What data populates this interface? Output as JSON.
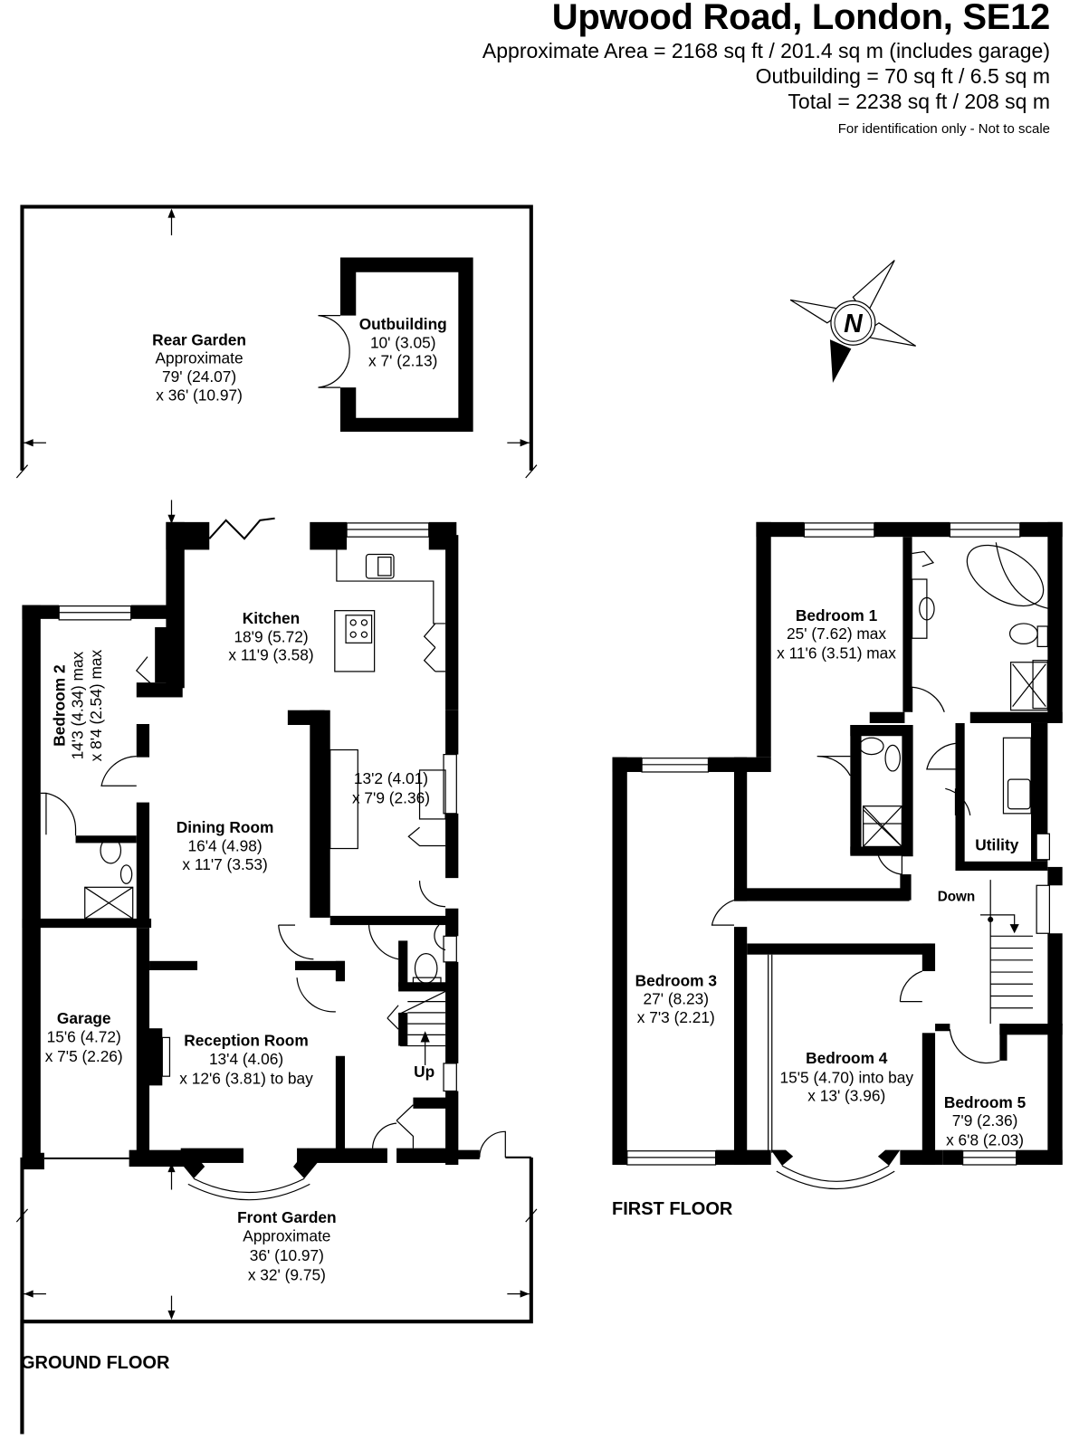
{
  "header": {
    "title": "Upwood Road, London, SE12",
    "area_lines": [
      "Approximate Area = 2168 sq ft / 201.4 sq m (includes garage)",
      "Outbuilding = 70 sq ft / 6.5 sq m",
      "Total = 2238 sq ft / 208 sq m"
    ],
    "disclaimer": "For identification only - Not to scale"
  },
  "compass": {
    "icon": "north-compass-icon",
    "letter": "N"
  },
  "ground_floor": {
    "label": "GROUND FLOOR",
    "rooms": {
      "rear_garden": {
        "name": "Rear Garden",
        "lines": [
          "Approximate",
          "79' (24.07)",
          "x 36' (10.97)"
        ]
      },
      "outbuilding": {
        "name": "Outbuilding",
        "lines": [
          "10' (3.05)",
          "x 7' (2.13)"
        ]
      },
      "kitchen": {
        "name": "Kitchen",
        "lines": [
          "18'9 (5.72)",
          "x 11'9 (3.58)"
        ]
      },
      "kitchen_annex": {
        "name": "",
        "lines": [
          "13'2 (4.01)",
          "x 7'9 (2.36)"
        ]
      },
      "bedroom_2": {
        "name": "Bedroom 2",
        "lines": [
          "14'3 (4.34) max",
          "x 8'4 (2.54) max"
        ]
      },
      "dining_room": {
        "name": "Dining Room",
        "lines": [
          "16'4 (4.98)",
          "x 11'7 (3.53)"
        ]
      },
      "garage": {
        "name": "Garage",
        "lines": [
          "15'6 (4.72)",
          "x 7'5 (2.26)"
        ]
      },
      "reception_room": {
        "name": "Reception Room",
        "lines": [
          "13'4 (4.06)",
          "x 12'6 (3.81) to bay"
        ]
      },
      "front_garden": {
        "name": "Front Garden",
        "lines": [
          "Approximate",
          "36' (10.97)",
          "x 32' (9.75)"
        ]
      }
    },
    "stairs_label": "Up"
  },
  "first_floor": {
    "label": "FIRST FLOOR",
    "rooms": {
      "bedroom_1": {
        "name": "Bedroom 1",
        "lines": [
          "25' (7.62) max",
          "x 11'6 (3.51) max"
        ]
      },
      "bedroom_3": {
        "name": "Bedroom 3",
        "lines": [
          "27' (8.23)",
          "x 7'3 (2.21)"
        ]
      },
      "bedroom_4": {
        "name": "Bedroom 4",
        "lines": [
          "15'5 (4.70) into bay",
          "x 13' (3.96)"
        ]
      },
      "bedroom_5": {
        "name": "Bedroom 5",
        "lines": [
          "7'9 (2.36)",
          "x 6'8 (2.03)"
        ]
      },
      "utility": {
        "name": "Utility",
        "lines": []
      }
    },
    "stairs_label": "Down"
  },
  "colors": {
    "walls": "#000000",
    "background": "#ffffff"
  }
}
